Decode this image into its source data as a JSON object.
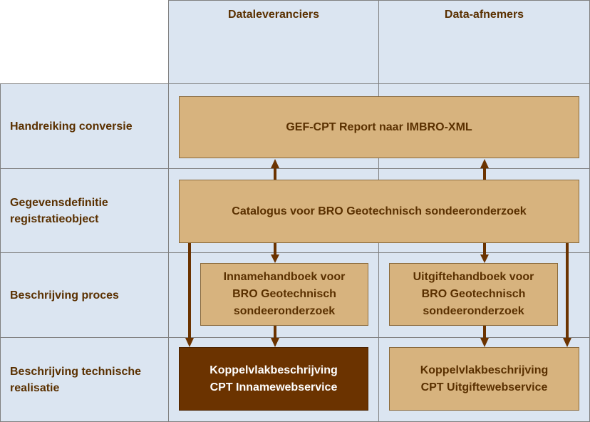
{
  "columns": {
    "suppliers": "Dataleveranciers",
    "consumers": "Data-afnemers"
  },
  "rows": {
    "conversion": "Handreiking conversie",
    "definition": "Gegevensdefinitie\nregistratieobject",
    "process": "Beschrijving proces",
    "technical": "Beschrijving technische\nrealisatie"
  },
  "boxes": {
    "gef_cpt": "GEF-CPT Report naar IMBRO-XML",
    "catalogus": "Catalogus voor BRO Geotechnisch sondeeronderzoek",
    "innamehandboek": "Innamehandboek voor\nBRO Geotechnisch\nsondeeronderzoek",
    "uitgiftehandboek": "Uitgiftehandboek voor\nBRO Geotechnisch\nsondeeronderzoek",
    "koppelvlak_inname": "Koppelvlakbeschrijving\nCPT Innamewebservice",
    "koppelvlak_uitgifte": "Koppelvlakbeschrijving\nCPT Uitgiftewebservice"
  },
  "colors": {
    "cell_background": "#dbe5f1",
    "box_light": "#d7b37e",
    "box_dark": "#6b3300",
    "arrow": "#6b3300",
    "text": "#5a3000"
  }
}
